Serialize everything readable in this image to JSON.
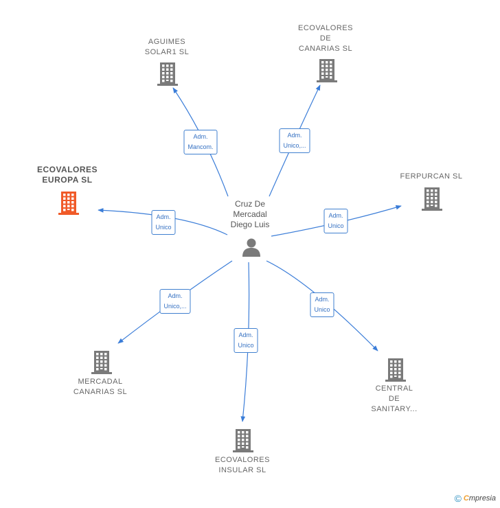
{
  "center": {
    "label": "Cruz De\nMercadal\nDiego Luis"
  },
  "colors": {
    "edge": "#3b7dd8",
    "building": "#7a7a7a",
    "highlight": "#f05a28"
  },
  "nodes": [
    {
      "id": "aguimes",
      "label": "AGUIMES\nSOLAR1  SL",
      "highlight": false
    },
    {
      "id": "ecovalores-canarias",
      "label": "ECOVALORES\nDE\nCANARIAS SL",
      "highlight": false
    },
    {
      "id": "ecovalores-europa",
      "label": "ECOVALORES\nEUROPA  SL",
      "highlight": true
    },
    {
      "id": "ferpurcan",
      "label": "FERPURCAN SL",
      "highlight": false
    },
    {
      "id": "mercadal-canarias",
      "label": "MERCADAL\nCANARIAS  SL",
      "highlight": false
    },
    {
      "id": "ecovalores-insular",
      "label": "ECOVALORES\nINSULAR  SL",
      "highlight": false
    },
    {
      "id": "central-sanitary",
      "label": "CENTRAL\nDE\nSANITARY...",
      "highlight": false
    }
  ],
  "edges": [
    {
      "to": "aguimes",
      "label": "Adm.\nMancom."
    },
    {
      "to": "ecovalores-canarias",
      "label": "Adm.\nUnico,..."
    },
    {
      "to": "ecovalores-europa",
      "label": "Adm.\nUnico"
    },
    {
      "to": "ferpurcan",
      "label": "Adm.\nUnico"
    },
    {
      "to": "mercadal-canarias",
      "label": "Adm.\nUnico,..."
    },
    {
      "to": "ecovalores-insular",
      "label": "Adm.\nUnico"
    },
    {
      "to": "central-sanitary",
      "label": "Adm.\nUnico"
    }
  ],
  "footer": {
    "copyright": "©",
    "brand_first": "C",
    "brand_rest": "mpresia"
  }
}
